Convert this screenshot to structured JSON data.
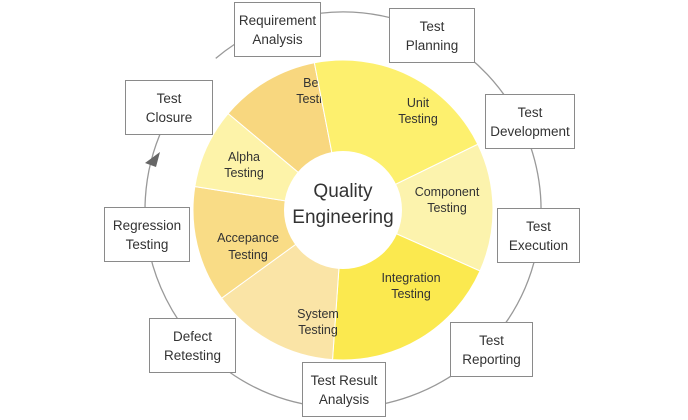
{
  "center": {
    "line1": "Quality",
    "line2": "Engineering"
  },
  "colors": {
    "ring": "#999999",
    "box_border": "#8a8a8a",
    "center_fill": "#ffffff"
  },
  "segments": [
    {
      "id": "beta",
      "line1": "Beta",
      "line2": "Testing",
      "color": "#f8d77f"
    },
    {
      "id": "unit",
      "line1": "Unit",
      "line2": "Testing",
      "color": "#fdf06e"
    },
    {
      "id": "component",
      "line1": "Component",
      "line2": "Testing",
      "color": "#fcf3ad"
    },
    {
      "id": "integration",
      "line1": "Integration",
      "line2": "Testing",
      "color": "#fbe94f"
    },
    {
      "id": "system",
      "line1": "System",
      "line2": "Testing",
      "color": "#fae4a6"
    },
    {
      "id": "acceptance",
      "line1": "Accepance",
      "line2": "Testing",
      "color": "#f9dc86"
    },
    {
      "id": "alpha",
      "line1": "Alpha",
      "line2": "Testing",
      "color": "#fdf3a9"
    }
  ],
  "boxes": [
    {
      "id": "requirement-analysis",
      "text": "Requirement\nAnalysis"
    },
    {
      "id": "test-planning",
      "text": "Test\nPlanning"
    },
    {
      "id": "test-development",
      "text": "Test\nDevelopment"
    },
    {
      "id": "test-execution",
      "text": "Test\nExecution"
    },
    {
      "id": "test-reporting",
      "text": "Test\nReporting"
    },
    {
      "id": "test-result-analysis",
      "text": "Test Result\nAnalysis"
    },
    {
      "id": "defect-retesting",
      "text": "Defect\nRetesting"
    },
    {
      "id": "regression-testing",
      "text": "Regression\nTesting"
    },
    {
      "id": "test-closure",
      "text": "Test\nClosure"
    }
  ]
}
